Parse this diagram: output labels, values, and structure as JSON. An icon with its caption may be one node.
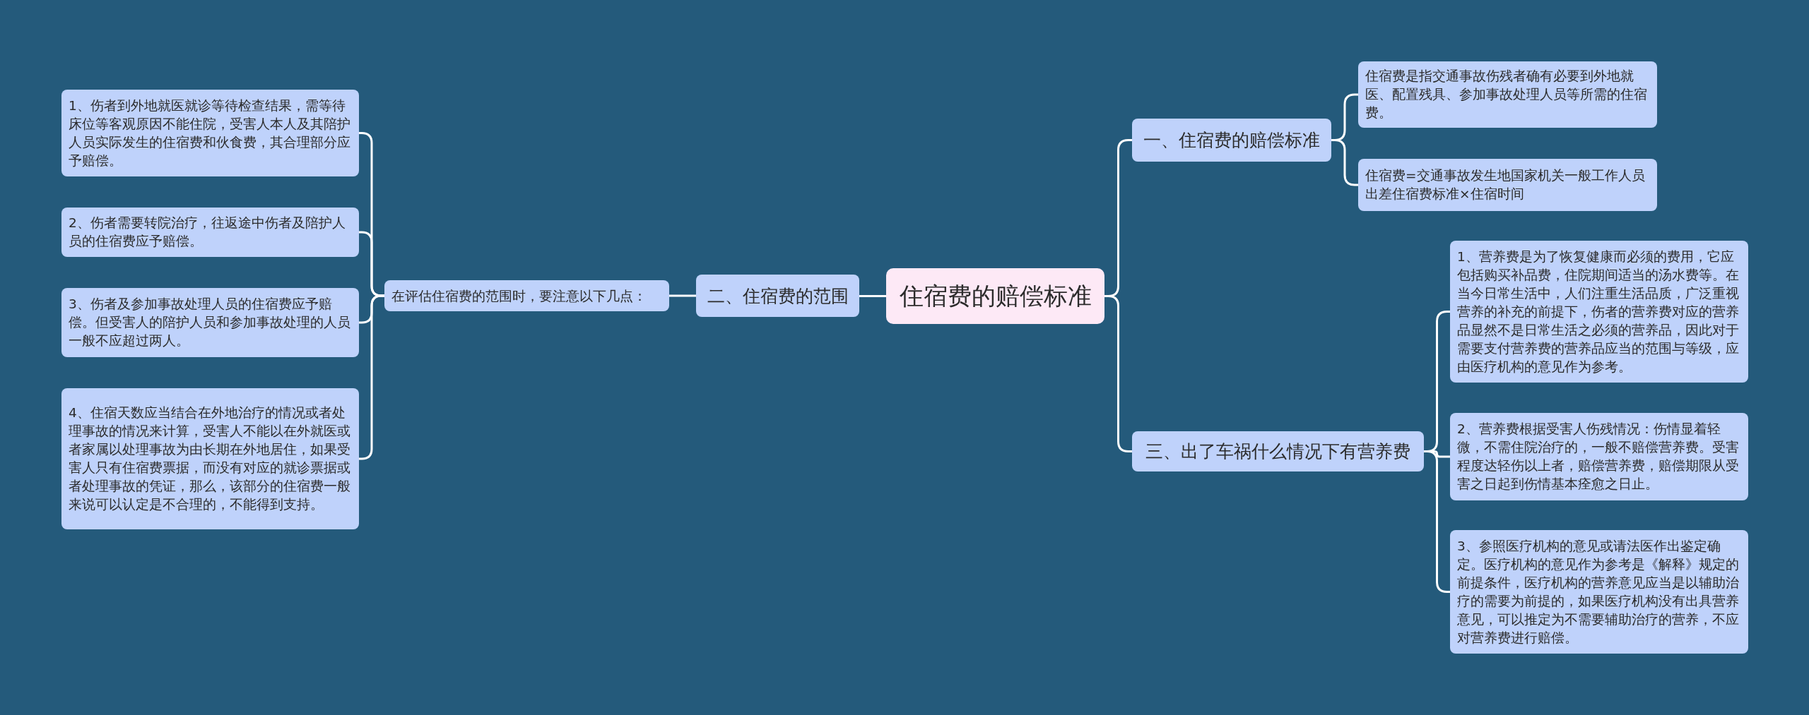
{
  "diagram": {
    "nodes": [
      {
        "text": [
          "住宿费的赔偿标准"
        ]
      },
      {
        "text": [
          "一、住宿费的赔偿标准"
        ]
      },
      {
        "text": [
          "住宿费是指交通事故伤残者确有必要到外地就医、配置残具、参加事故处理人员等所需的住宿费。"
        ]
      },
      {
        "text": [
          "住宿费=交通事故发生地国家机关一般工作人员出差住宿费标准×住宿时间"
        ]
      },
      {
        "text": [
          "三、出了车祸什么情况下有营养费"
        ]
      },
      {
        "text": [
          "1、营养费是为了恢复健康而必须的费用，它应包括购买补品费，住院期间适当的汤水费等。在当今日常生活中，人们注重生活品质，广泛重视营养的补充的前提下，伤者的营养费对应的营养品显然不是日常生活之必须的营养品，因此对于需要支付营养费的营养品应当的范围与等级，应由医疗机构的意见作为参考。"
        ]
      },
      {
        "text": [
          "2、营养费根据受害人伤残情况：伤情显着轻微，不需住院治疗的，一般不赔偿营养费。受害程度达轻伤以上者，赔偿营养费，赔偿期限从受害之日起到伤情基本痊愈之日止。"
        ]
      },
      {
        "text": [
          "3、参照医疗机构的意见或请法医作出鉴定确定。医疗机构的意见作为参考是《解释》规定的前提条件，医疗机构的营养意见应当是以辅助治疗的需要为前提的，如果医疗机构没有出具营养意见，可以推定为不需要辅助治疗的营养，不应对营养费进行赔偿。"
        ]
      },
      {
        "text": [
          "二、住宿费的范围"
        ]
      },
      {
        "text": [
          "在评估住宿费的范围时，要注意以下几点："
        ]
      },
      {
        "text": [
          "1、伤者到外地就医就诊等待检查结果，需等待床位等客观原因不能住院，受害人本人及其陪护人员实际发生的住宿费和伙食费，其合理部分应予赔偿。"
        ]
      },
      {
        "text": [
          "2、伤者需要转院治疗，往返途中伤者及陪护人员的住宿费应予赔偿。"
        ]
      },
      {
        "text": [
          "3、伤者及参加事故处理人员的住宿费应予赔偿。但受害人的陪护人员和参加事故处理的人员一般不应超过两人。"
        ]
      },
      {
        "text": [
          "4、住宿天数应当结合在外地治疗的情况或者处理事故的情况来计算，受害人不能以在外就医或者家属以处理事故为由长期在外地居住，如果受害人只有住宿费票据，而没有对应的就诊票据或者处理事故的凭证，那么，该部分的住宿费一般来说可以认定是不合理的，不能得到支持。"
        ]
      }
    ],
    "edges": [
      {
        "from": 0,
        "to": 1,
        "arrow": "none"
      },
      {
        "from": 1,
        "to": 2,
        "arrow": "none"
      },
      {
        "from": 1,
        "to": 3,
        "arrow": "none"
      },
      {
        "from": 0,
        "to": 4,
        "arrow": "none"
      },
      {
        "from": 4,
        "to": 5,
        "arrow": "none"
      },
      {
        "from": 4,
        "to": 6,
        "arrow": "none"
      },
      {
        "from": 4,
        "to": 7,
        "arrow": "none"
      },
      {
        "from": 0,
        "to": 8,
        "arrow": "none"
      },
      {
        "from": 8,
        "to": 9,
        "arrow": "none"
      },
      {
        "from": 9,
        "to": 10,
        "arrow": "none"
      },
      {
        "from": 9,
        "to": 11,
        "arrow": "none"
      },
      {
        "from": 9,
        "to": 12,
        "arrow": "none"
      },
      {
        "from": 9,
        "to": 13,
        "arrow": "none"
      }
    ]
  }
}
